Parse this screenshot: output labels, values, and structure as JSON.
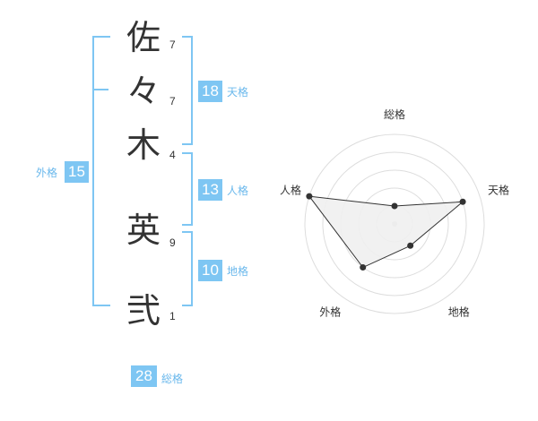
{
  "name": {
    "characters": [
      "佐",
      "々",
      "木",
      "英",
      "弐"
    ],
    "strokes": [
      "7",
      "7",
      "4",
      "9",
      "1"
    ]
  },
  "fortunes": {
    "tenkaku": {
      "label": "天格",
      "value": "18"
    },
    "jinkaku": {
      "label": "人格",
      "value": "13"
    },
    "chikaku": {
      "label": "地格",
      "value": "10"
    },
    "gaikaku": {
      "label": "外格",
      "value": "15"
    },
    "soukaku": {
      "label": "総格",
      "value": "28"
    }
  },
  "radar": {
    "axes": [
      "総格",
      "天格",
      "地格",
      "外格",
      "人格"
    ],
    "levels": [
      1,
      2,
      3,
      4,
      5
    ],
    "values": [
      1,
      4,
      1.5,
      3,
      5
    ],
    "max": 5
  },
  "colors": {
    "accent": "#7ec6f3",
    "label": "#6ab8ec",
    "text": "#333333",
    "grid": "#dddddd",
    "fill": "#f0f0f0",
    "point": "#333333"
  }
}
